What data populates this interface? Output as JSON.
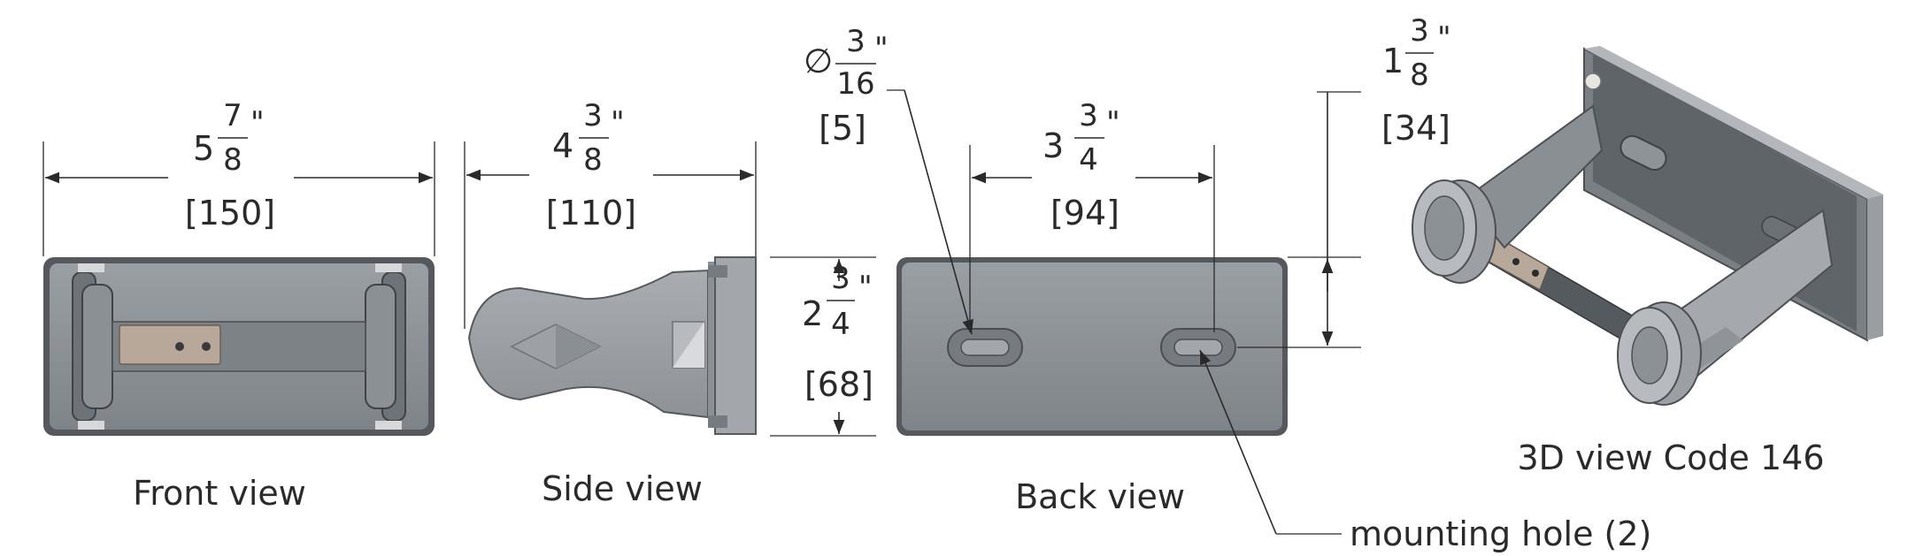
{
  "views": {
    "front": "Front view",
    "side": "Side view",
    "back": "Back view",
    "iso": "3D view Code 146"
  },
  "callout": {
    "mounting_hole": "mounting hole (2)"
  },
  "dimensions": {
    "front_width": {
      "whole": "5",
      "num": "7",
      "den": "8",
      "mark": "\"",
      "mm": "[150]"
    },
    "side_depth": {
      "whole": "4",
      "num": "3",
      "den": "8",
      "mark": "\"",
      "mm": "[110]"
    },
    "height": {
      "whole": "2",
      "num": "3",
      "den": "4",
      "mark": "\"",
      "mm": "[68]"
    },
    "hole_diameter": {
      "symbol": "∅",
      "num": "3",
      "den": "16",
      "mark": "\"",
      "mm": "[5]"
    },
    "hole_spacing": {
      "whole": "3",
      "num": "3",
      "den": "4",
      "mark": "\"",
      "mm": "[94]"
    },
    "hole_offset": {
      "whole": "1",
      "num": "3",
      "den": "8",
      "mark": "\"",
      "mm": "[34]"
    }
  },
  "colors": {
    "line": "#2a2a2a",
    "body": "#8f9499",
    "body_dark": "#5f6469",
    "body_light": "#c2c6ca",
    "plate": "#b8a89a"
  }
}
